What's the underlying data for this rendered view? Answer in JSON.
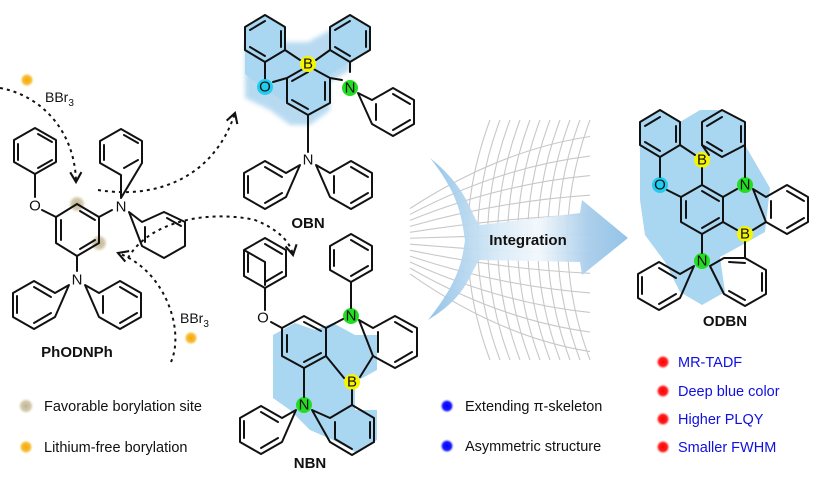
{
  "reagents": {
    "top": {
      "main": "BBr",
      "sub": "3"
    },
    "bottom": {
      "main": "BBr",
      "sub": "3"
    }
  },
  "molecules": {
    "precursor": {
      "name": "PhODNPh"
    },
    "obn": {
      "name": "OBN"
    },
    "nbn": {
      "name": "NBN"
    },
    "odbn": {
      "name": "ODBN"
    }
  },
  "atoms": {
    "boron": "B",
    "nitrogen": "N",
    "oxygen": "O"
  },
  "arrow": {
    "label": "Integration"
  },
  "legend_left": [
    {
      "marker": "tan-dot",
      "color": "#c9bf9f",
      "text": "Favorable borylation site"
    },
    {
      "marker": "orange-dot",
      "color": "#f7b731",
      "text": "Lithium-free borylation"
    }
  ],
  "legend_middle": [
    {
      "marker": "blue-dot",
      "color": "#1a1aff",
      "text": "Extending π-skeleton"
    },
    {
      "marker": "blue-dot",
      "color": "#1a1aff",
      "text": "Asymmetric structure"
    }
  ],
  "properties": [
    {
      "marker": "red-dot",
      "color": "#ff1a1a",
      "text": "MR-TADF"
    },
    {
      "marker": "red-dot",
      "color": "#ff1a1a",
      "text": "Deep blue color"
    },
    {
      "marker": "red-dot",
      "color": "#ff1a1a",
      "text": "Higher PLQY"
    },
    {
      "marker": "red-dot",
      "color": "#ff1a1a",
      "text": "Smaller FWHM"
    }
  ],
  "colors": {
    "core_fill": "#a9d6f0",
    "boron_highlight": "#f5f500",
    "nitrogen_highlight": "#22dd22",
    "oxygen_highlight": "#22ccee",
    "arrow_blue": "#8ec0e6"
  }
}
